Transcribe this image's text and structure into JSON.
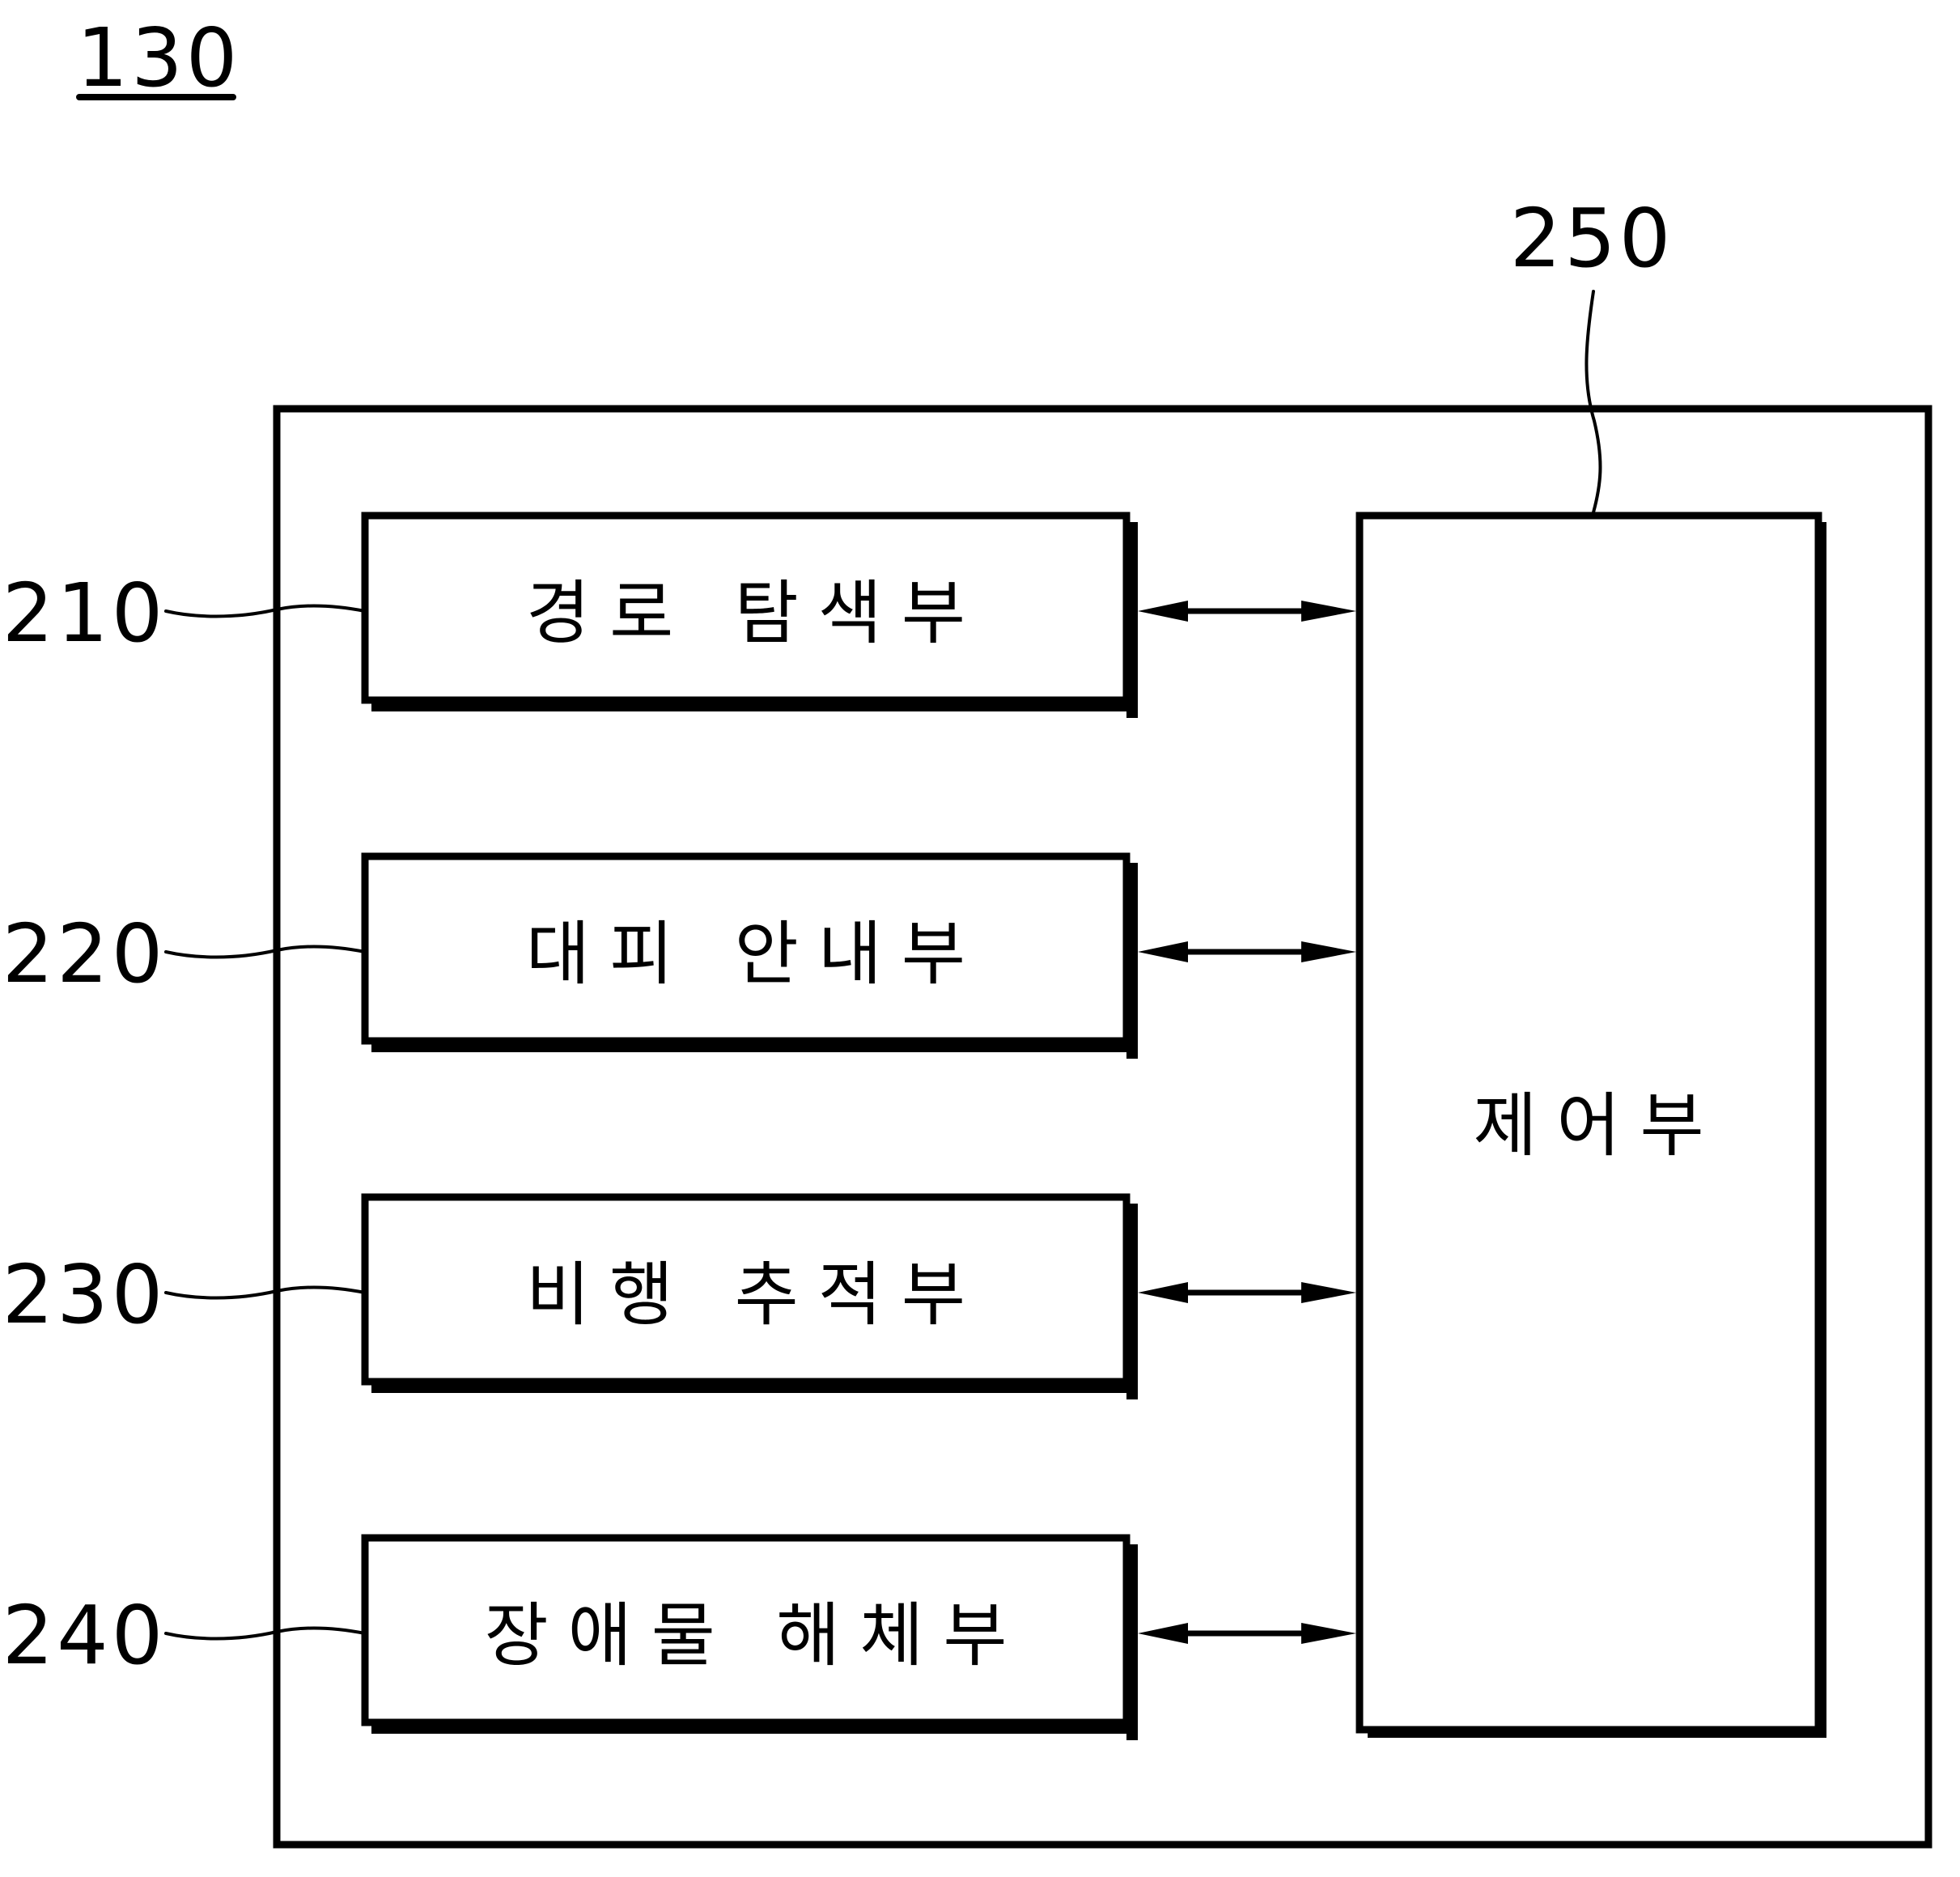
{
  "figure": {
    "reference": "130",
    "container_ref": "130",
    "colors": {
      "line": "#000000",
      "background": "#ffffff"
    }
  },
  "blocks": [
    {
      "ref": "210",
      "label": "경로 탐색부",
      "connection": "bidirectional"
    },
    {
      "ref": "220",
      "label": "대피 안내부",
      "connection": "bidirectional"
    },
    {
      "ref": "230",
      "label": "비행 추적부",
      "connection": "bidirectional"
    },
    {
      "ref": "240",
      "label": "장애물 해체부",
      "connection": "bidirectional"
    }
  ],
  "controller": {
    "ref": "250",
    "label": "제어부"
  }
}
